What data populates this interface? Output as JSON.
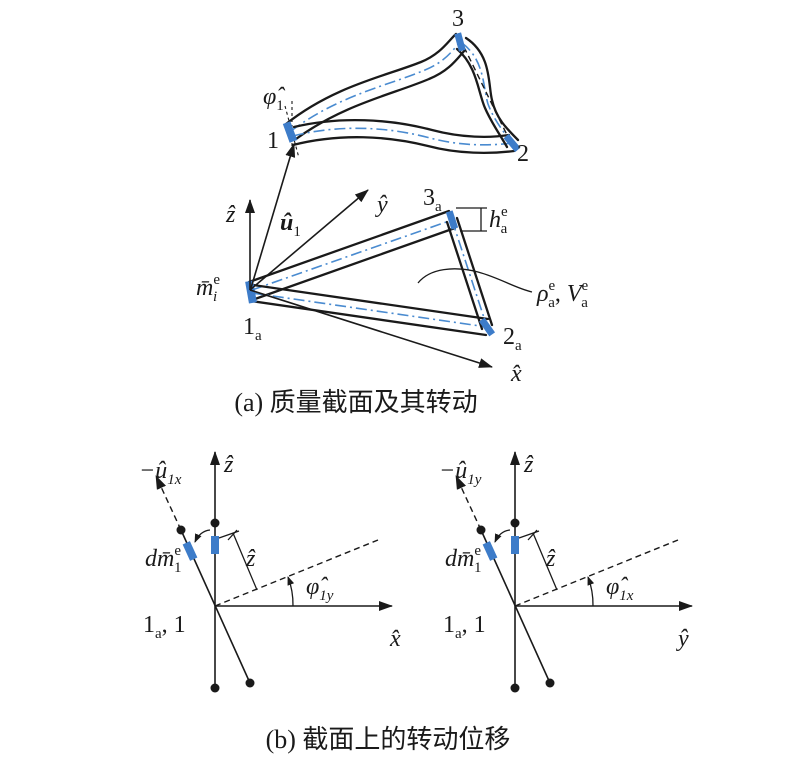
{
  "figure_a": {
    "caption": "(a) 质量截面及其转动",
    "node_1": "1",
    "node_2": "2",
    "node_3": "3",
    "rotation_label": {
      "base": "φ̂",
      "sub": "1"
    },
    "displacement_label": {
      "base": "û",
      "sub": "1"
    },
    "axis_x": "x̂",
    "axis_y": "ŷ",
    "axis_z": "ẑ",
    "node_1a": {
      "base": "1",
      "sub": "a"
    },
    "node_2a": {
      "base": "2",
      "sub": "a"
    },
    "node_3a": {
      "base": "3",
      "sub": "a"
    },
    "mass_label": {
      "base": "m̄",
      "sub": "i",
      "sup": "e"
    },
    "thickness_label": {
      "base": "h",
      "sub": "a",
      "sup": "e"
    },
    "property_label": {
      "rho": "ρ",
      "rho_sub": "a",
      "rho_sup": "e",
      "separator": ", ",
      "vol": "V",
      "vol_sub": "a",
      "vol_sup": "e"
    }
  },
  "figure_b": {
    "caption": "(b) 截面上的转动位移",
    "left": {
      "axis_z": "ẑ",
      "axis_h": "x̂",
      "direction_label": {
        "base": "−û",
        "sub": "1x"
      },
      "mass_label": {
        "base": "dm̄",
        "sub": "1",
        "sup": "e"
      },
      "distance_label": "ẑ",
      "angle_label": {
        "base": "φ̂",
        "sub": "1y"
      },
      "origin_label": {
        "base": "1",
        "sub": "a",
        "rest": ", 1"
      }
    },
    "right": {
      "axis_z": "ẑ",
      "axis_h": "ŷ",
      "direction_label": {
        "base": "−û",
        "sub": "1y"
      },
      "mass_label": {
        "base": "dm̄",
        "sub": "1",
        "sup": "e"
      },
      "distance_label": "ẑ",
      "angle_label": {
        "base": "φ̂",
        "sub": "1x"
      },
      "origin_label": {
        "base": "1",
        "sub": "a",
        "rest": ", 1"
      }
    }
  },
  "colors": {
    "section": "#3d7cc9",
    "centerline": "#4a8bd0",
    "ink": "#1a1a1a"
  }
}
